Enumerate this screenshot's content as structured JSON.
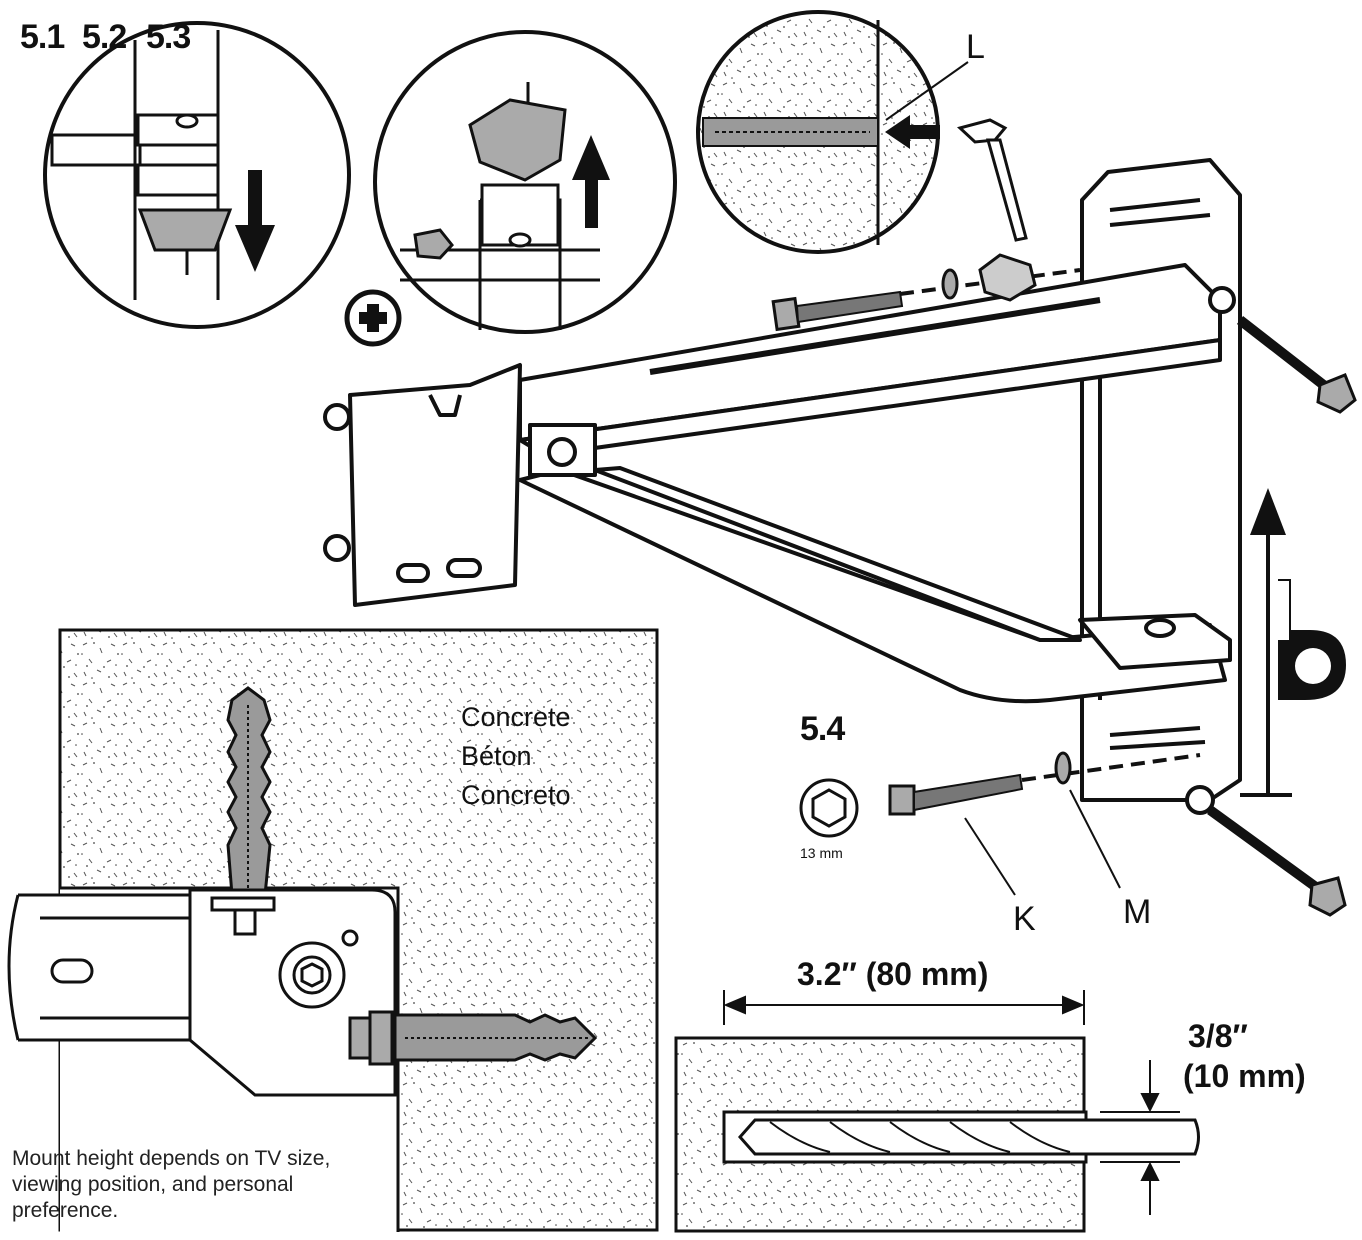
{
  "steps": {
    "s1": "5.1",
    "s2": "5.2",
    "s3": "5.3",
    "s4": "5.4"
  },
  "callouts": {
    "L": "L",
    "K": "K",
    "M": "M"
  },
  "socket": {
    "size": "13 mm"
  },
  "materials": {
    "en": "Concrete",
    "fr": "Béton",
    "es": "Concreto"
  },
  "drill": {
    "depth": "3.2″ (80 mm)",
    "diameter_in": "3/8″",
    "diameter_mm": "(10 mm)"
  },
  "note": {
    "line1": "Mount height depends on TV size,",
    "line2": "viewing position, and personal",
    "line3": "preference."
  },
  "colors": {
    "ink": "#111111",
    "anchor": "#9a9a9a",
    "concrete": "#ffffff"
  }
}
